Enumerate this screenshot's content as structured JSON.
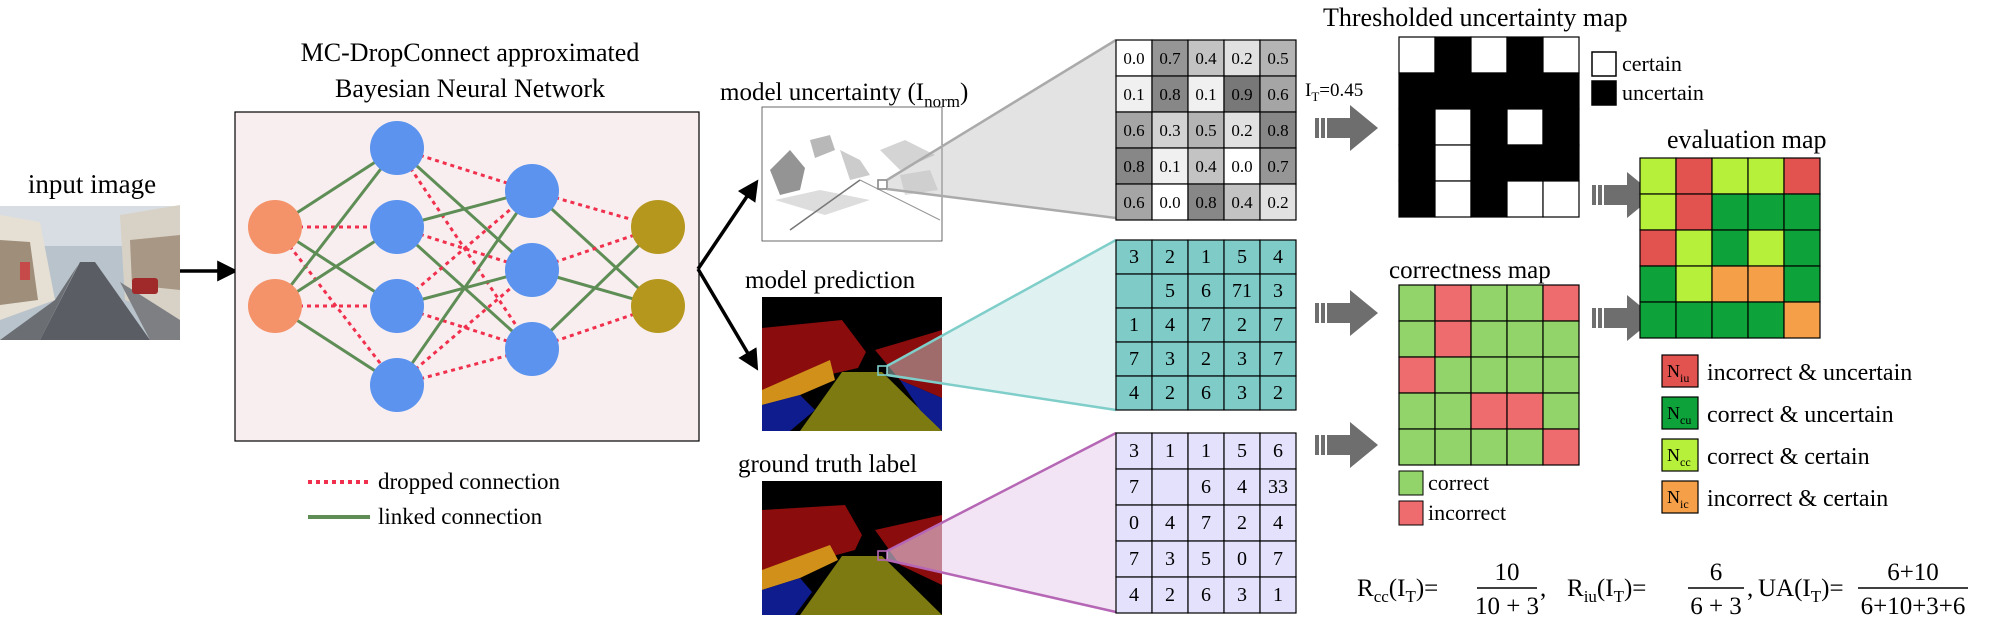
{
  "input_image": {
    "label": "input image"
  },
  "network": {
    "title_line1": "MC-DropConnect approximated",
    "title_line2": "Bayesian Neural Network",
    "legend": {
      "dropped": "dropped connection",
      "linked": "linked connection"
    }
  },
  "uncertainty_panel": {
    "label_main": "model uncertainty (I",
    "label_sub": "norm",
    "label_end": ")"
  },
  "prediction_panel": {
    "label": "model prediction"
  },
  "ground_truth_panel": {
    "label": "ground truth label"
  },
  "uncertainty_grid": [
    [
      "0.0",
      "0.7",
      "0.4",
      "0.2",
      "0.5"
    ],
    [
      "0.1",
      "0.8",
      "0.1",
      "0.9",
      "0.6"
    ],
    [
      "0.6",
      "0.3",
      "0.5",
      "0.2",
      "0.8"
    ],
    [
      "0.8",
      "0.1",
      "0.4",
      "0.0",
      "0.7"
    ],
    [
      "0.6",
      "0.0",
      "0.8",
      "0.4",
      "0.2"
    ]
  ],
  "prediction_grid": [
    [
      "3",
      "2",
      "1",
      "5",
      "4"
    ],
    [
      "",
      "5",
      "6",
      "71",
      "3"
    ],
    [
      "1",
      "4",
      "7",
      "2",
      "7"
    ],
    [
      "7",
      "3",
      "2",
      "3",
      "7"
    ],
    [
      "4",
      "2",
      "6",
      "3",
      "2"
    ]
  ],
  "ground_truth_grid": [
    [
      "3",
      "1",
      "1",
      "5",
      "6"
    ],
    [
      "7",
      "",
      "6",
      "4",
      "33"
    ],
    [
      "0",
      "4",
      "7",
      "2",
      "4"
    ],
    [
      "7",
      "3",
      "5",
      "0",
      "7"
    ],
    [
      "4",
      "2",
      "6",
      "3",
      "1"
    ]
  ],
  "threshold": {
    "label_main": "I",
    "label_sub": "T",
    "label_value": "=0.45"
  },
  "thresholded_map": {
    "title": "Thresholded uncertainty map",
    "legend_certain": "certain",
    "legend_uncertain": "uncertain",
    "cells": [
      [
        "w",
        "b",
        "w",
        "b",
        "w"
      ],
      [
        "b",
        "b",
        "b",
        "b",
        "b"
      ],
      [
        "b",
        "w",
        "b",
        "w",
        "b"
      ],
      [
        "b",
        "w",
        "b",
        "b",
        "b"
      ],
      [
        "b",
        "w",
        "b",
        "w",
        "w"
      ]
    ]
  },
  "correctness_map": {
    "title": "correctness map",
    "legend_correct": "correct",
    "legend_incorrect": "incorrect",
    "cells": [
      [
        "c",
        "i",
        "c",
        "c",
        "i"
      ],
      [
        "c",
        "i",
        "c",
        "c",
        "c"
      ],
      [
        "i",
        "c",
        "c",
        "c",
        "c"
      ],
      [
        "c",
        "c",
        "i",
        "i",
        "c"
      ],
      [
        "c",
        "c",
        "c",
        "c",
        "i"
      ]
    ]
  },
  "evaluation_map": {
    "title": "evaluation map",
    "cells": [
      [
        "cc",
        "iu",
        "cc",
        "cc",
        "iu"
      ],
      [
        "cc",
        "iu",
        "cu",
        "cu",
        "cu"
      ],
      [
        "iu",
        "cc",
        "cu",
        "cc",
        "cu"
      ],
      [
        "cu",
        "cc",
        "ic",
        "ic",
        "cu"
      ],
      [
        "cu",
        "cu",
        "cu",
        "cu",
        "ic"
      ]
    ],
    "legend": [
      {
        "code": "iu",
        "symbol": "N",
        "sub": "iu",
        "text": "incorrect & uncertain"
      },
      {
        "code": "cu",
        "symbol": "N",
        "sub": "cu",
        "text": "correct & uncertain"
      },
      {
        "code": "cc",
        "symbol": "N",
        "sub": "cc",
        "text": "correct & certain"
      },
      {
        "code": "ic",
        "symbol": "N",
        "sub": "ic",
        "text": "incorrect & certain"
      }
    ]
  },
  "formula": {
    "rcc_main": "R",
    "rcc_sub": "cc",
    "rcc_arg": "(I",
    "rcc_arg_sub": "T",
    "rcc_eq": ")=",
    "rcc_num": "10",
    "rcc_den": "10 + 3",
    "sep1": ",",
    "riu_main": "R",
    "riu_sub": "iu",
    "riu_arg": "(I",
    "riu_arg_sub": "T",
    "riu_eq": ")=",
    "riu_num": "6",
    "riu_den": "6 + 3",
    "sep2": ",",
    "ua_main": "UA(I",
    "ua_sub": "T",
    "ua_eq": ")=",
    "ua_num": "6+10",
    "ua_den": "6+10+3+6"
  },
  "colors": {
    "input_node": "#F4936A",
    "hidden_node": "#5B93EE",
    "output_node": "#B5971E",
    "net_bg": "#F8EEF0",
    "dropped": "#F0304C",
    "linked": "#5E8D55",
    "correct": "#92D36A",
    "incorrect": "#EE6B6E",
    "eval_iu": "#E25350",
    "eval_cu": "#0EA23A",
    "eval_cc": "#B6F03A",
    "eval_ic": "#F5A048",
    "teal": "#7ECBC8",
    "teal_line": "#7FCECA",
    "lavender": "#E3E1FB",
    "purple_line": "#B566B5"
  }
}
